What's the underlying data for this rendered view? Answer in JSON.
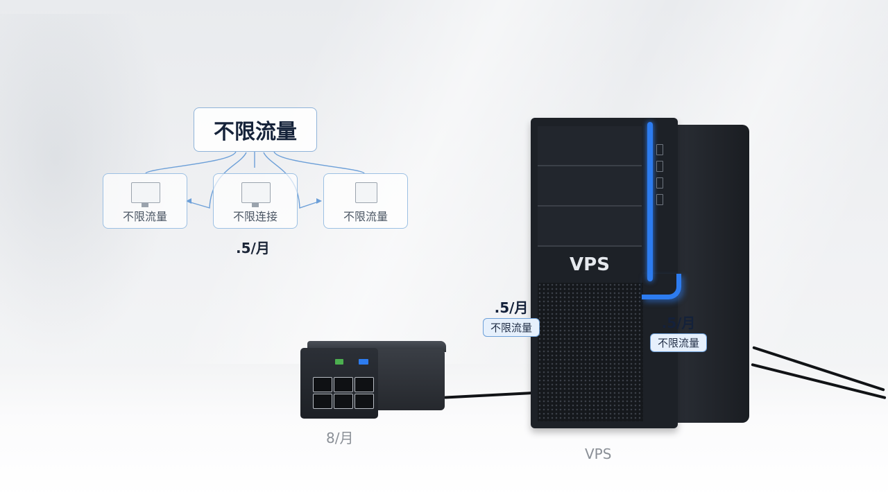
{
  "diagram": {
    "top_label": "不限流量",
    "children": [
      {
        "label": "不限流量",
        "icon": "monitor-icon"
      },
      {
        "label": "不限连接",
        "icon": "monitor-icon"
      },
      {
        "label": "不限流量",
        "icon": "window-icon"
      }
    ],
    "price": ".5/月"
  },
  "router": {
    "label": "8/月"
  },
  "tower": {
    "badge": "VPS",
    "label": "VPS"
  },
  "tags": [
    {
      "price": ".5/月",
      "pill": "不限流量"
    },
    {
      "price": ".5/月",
      "pill": "不限流量"
    }
  ],
  "colors": {
    "accent_blue": "#2d7cf0",
    "pill_border": "#6c9fd8",
    "pill_bg": "#e6f0fc"
  }
}
